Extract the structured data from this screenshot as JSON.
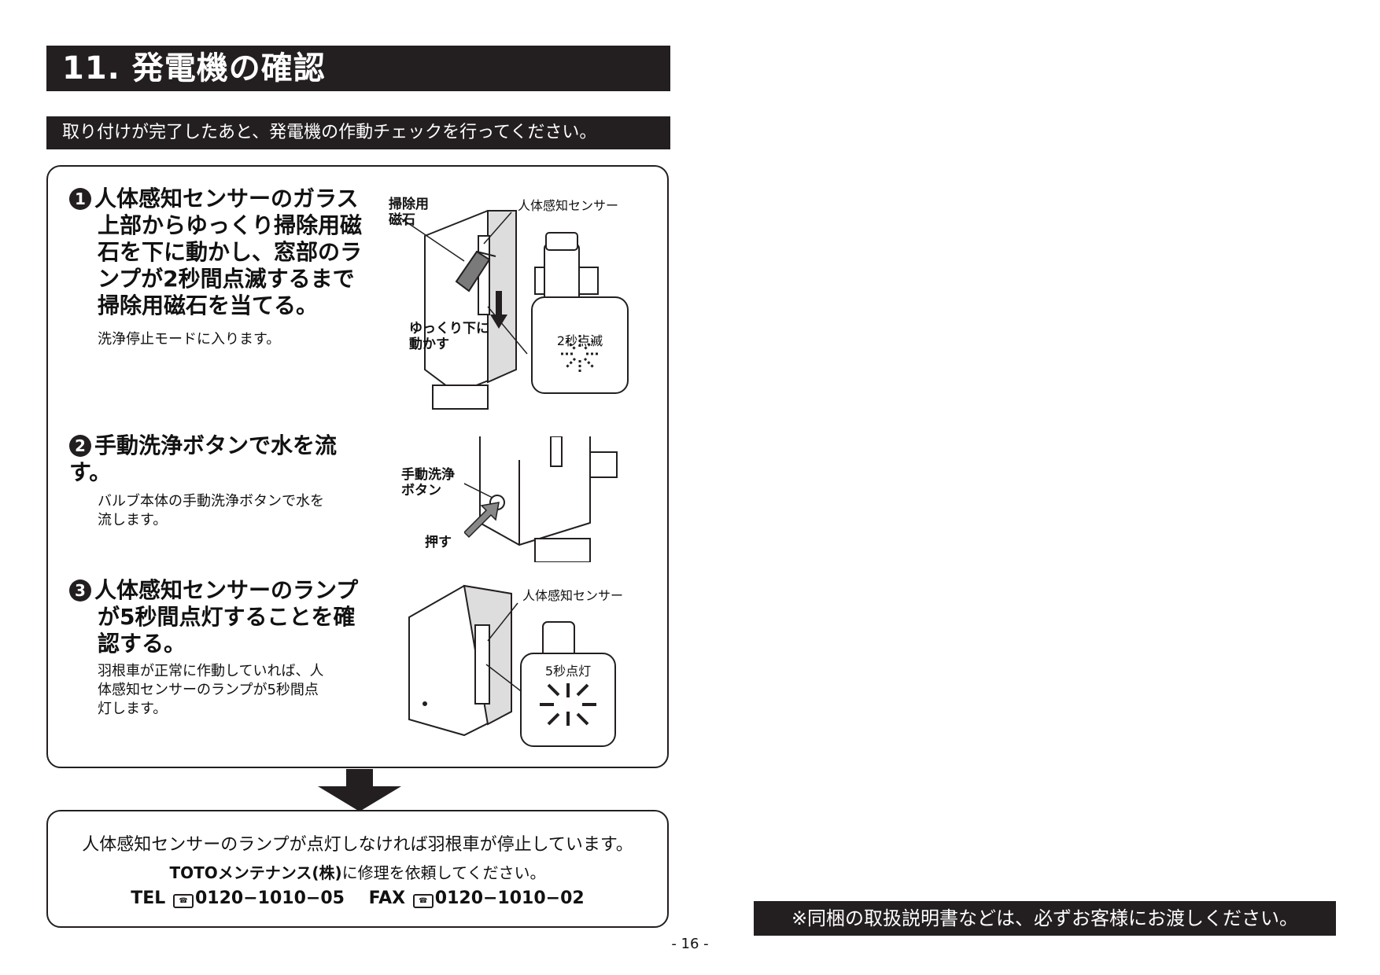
{
  "title": "11. 発電機の確認",
  "subtitle": "取り付けが完了したあと、発電機の作動チェックを行ってください。",
  "steps": [
    {
      "num": "1",
      "head_lines": [
        "人体感知センサーのガラス",
        "上部からゆっくり掃除用磁",
        "石を下に動かし、窓部のラ",
        "ンプが2秒間点滅するまで",
        "掃除用磁石を当てる。"
      ],
      "body_lines": [
        "洗浄停止モードに入ります。"
      ],
      "labels": {
        "magnet_1": "掃除用",
        "magnet_2": "磁石",
        "sensor": "人体感知センサー",
        "move_1": "ゆっくり下に",
        "move_2": "動かす",
        "blink": "2秒点滅"
      }
    },
    {
      "num": "2",
      "head_lines": [
        "手動洗浄ボタンで水を流す。"
      ],
      "body_lines": [
        "バルブ本体の手動洗浄ボタンで水を",
        "流します。"
      ],
      "labels": {
        "button_1": "手動洗浄",
        "button_2": "ボタン",
        "push": "押す"
      }
    },
    {
      "num": "3",
      "head_lines": [
        "人体感知センサーのランプ",
        "が5秒間点灯することを確",
        "認する。"
      ],
      "body_lines": [
        "羽根車が正常に作動していれば、人",
        "体感知センサーのランプが5秒間点",
        "灯します。"
      ],
      "labels": {
        "sensor": "人体感知センサー",
        "lit": "5秒点灯"
      }
    }
  ],
  "bottom": {
    "line1": "人体感知センサーのランプが点灯しなければ羽根車が停止しています。",
    "company": "TOTOメンテナンス(株)",
    "line2_rest": "に修理を依頼してください。",
    "tel_label": "TEL",
    "tel_number": "0120−1010−05",
    "fax_label": "FAX",
    "fax_number": "0120−1010−02"
  },
  "notice": "※同梱の取扱説明書などは、必ずお客様にお渡しください。",
  "page_number": "- 16 -"
}
